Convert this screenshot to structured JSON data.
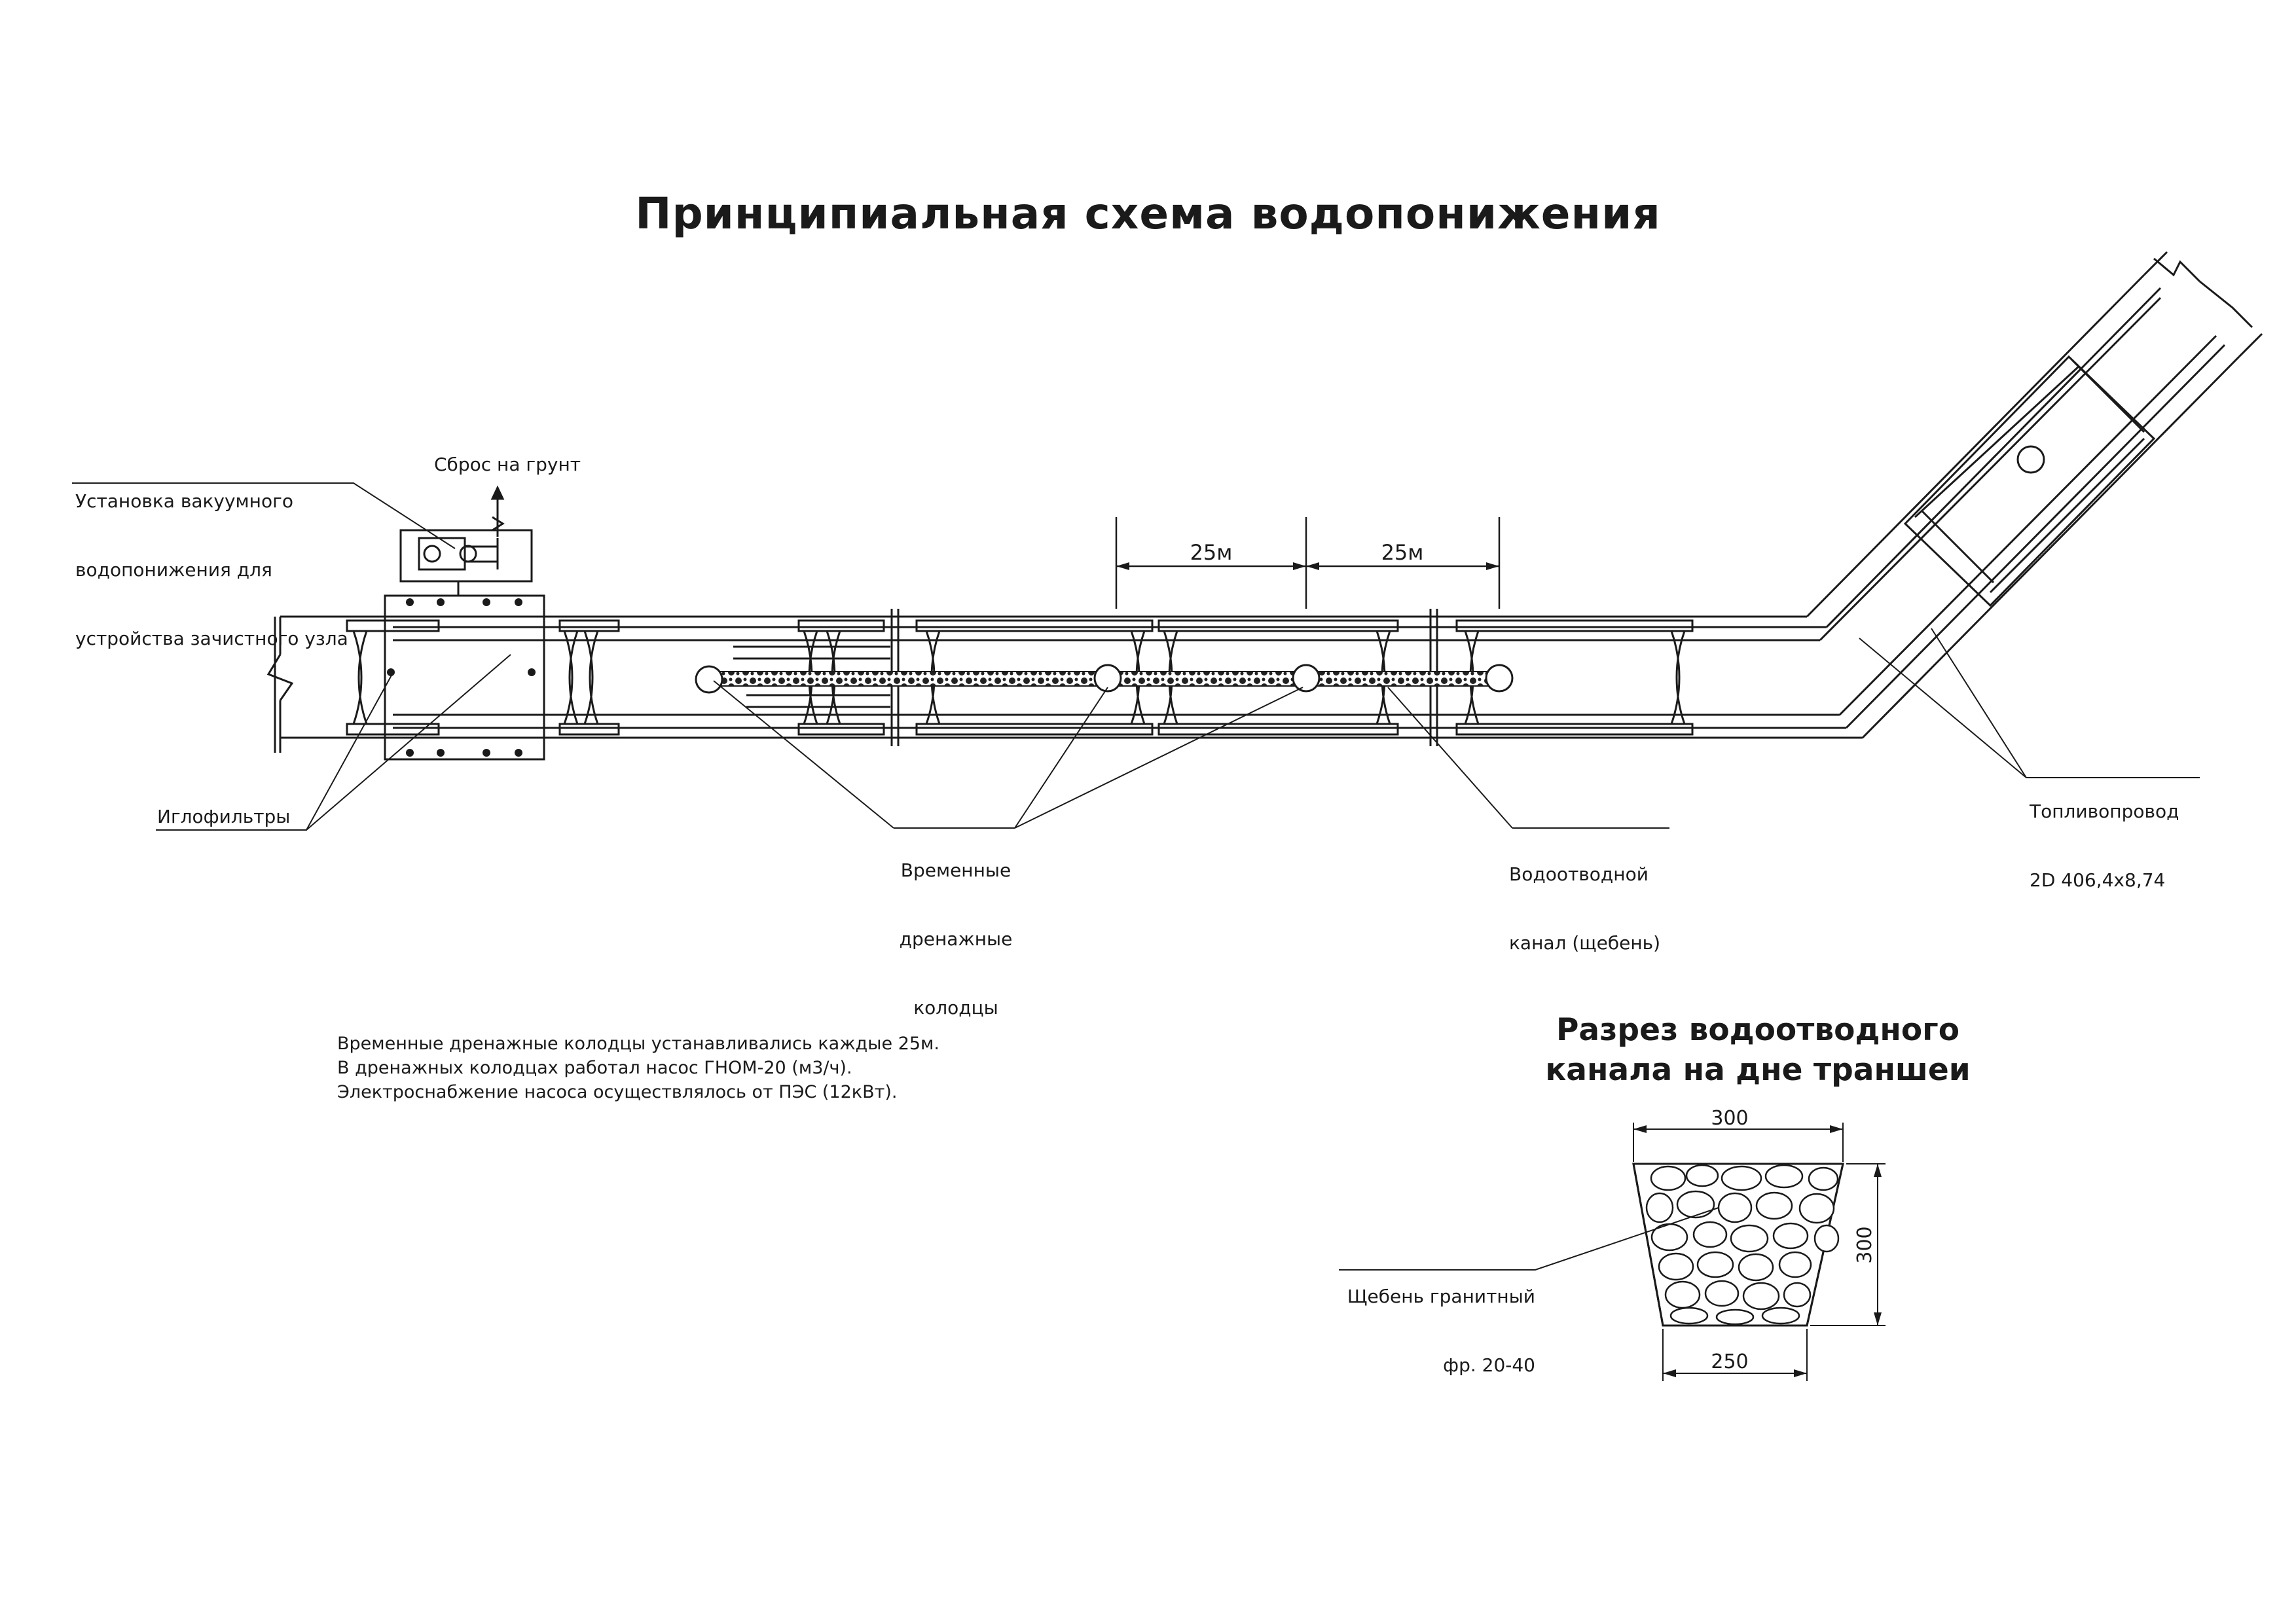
{
  "title": "Принципиальная схема водопонижения",
  "labels": {
    "vacuum_unit": [
      "Установка вакуумного",
      "водопонижения для",
      "устройства зачистного узла"
    ],
    "discharge": "Сброс на грунт",
    "wellpoints": "Иглофильтры",
    "temp_wells": [
      "Временные",
      "дренажные",
      "колодцы"
    ],
    "drain_channel": [
      "Водоотводной",
      "канал (щебень)"
    ],
    "pipeline": [
      "Топливопровод",
      "2D 406,4х8,74"
    ]
  },
  "dimensions": {
    "spacing_1": "25м",
    "spacing_2": "25м"
  },
  "notes": [
    "Временные дренажные колодцы устанавливались каждые 25м.",
    "В дренажных колодцах работал насос ГНОМ-20 (м3/ч).",
    "Электроснабжение насоса осуществлялось от ПЭС (12кВт)."
  ],
  "section": {
    "title": [
      "Разрез водоотводного",
      "канала на дне траншеи"
    ],
    "top_width": "300",
    "bottom_width": "250",
    "height": "300",
    "material": [
      "Щебень гранитный",
      "фр. 20-40"
    ]
  }
}
